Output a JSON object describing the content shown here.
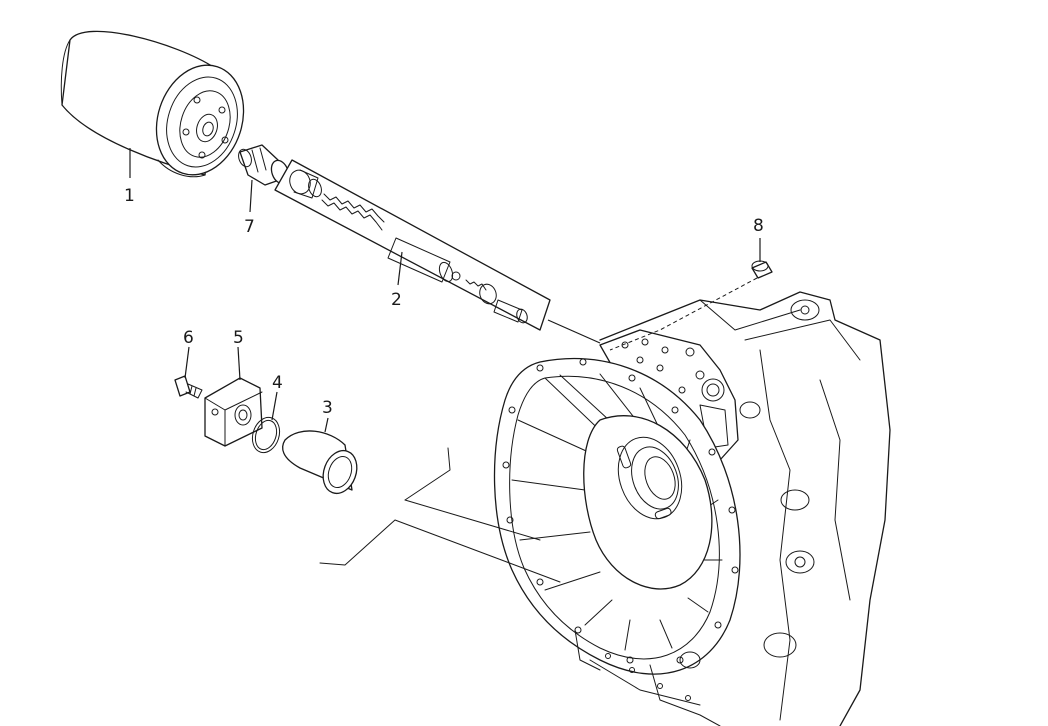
{
  "diagram": {
    "parts": [
      {
        "label": "1",
        "icon": "oil-filter-icon"
      },
      {
        "label": "2",
        "icon": "valve-kit-icon"
      },
      {
        "label": "3",
        "icon": "sleeve-icon"
      },
      {
        "label": "4",
        "icon": "o-ring-icon"
      },
      {
        "label": "5",
        "icon": "cover-plate-icon"
      },
      {
        "label": "6",
        "icon": "screw-icon"
      },
      {
        "label": "7",
        "icon": "threaded-nipple-icon"
      },
      {
        "label": "8",
        "icon": "plug-icon"
      }
    ],
    "assembly_icon": "transmission-housing-icon",
    "line_color": "#1a1a1a",
    "background": "#ffffff"
  }
}
